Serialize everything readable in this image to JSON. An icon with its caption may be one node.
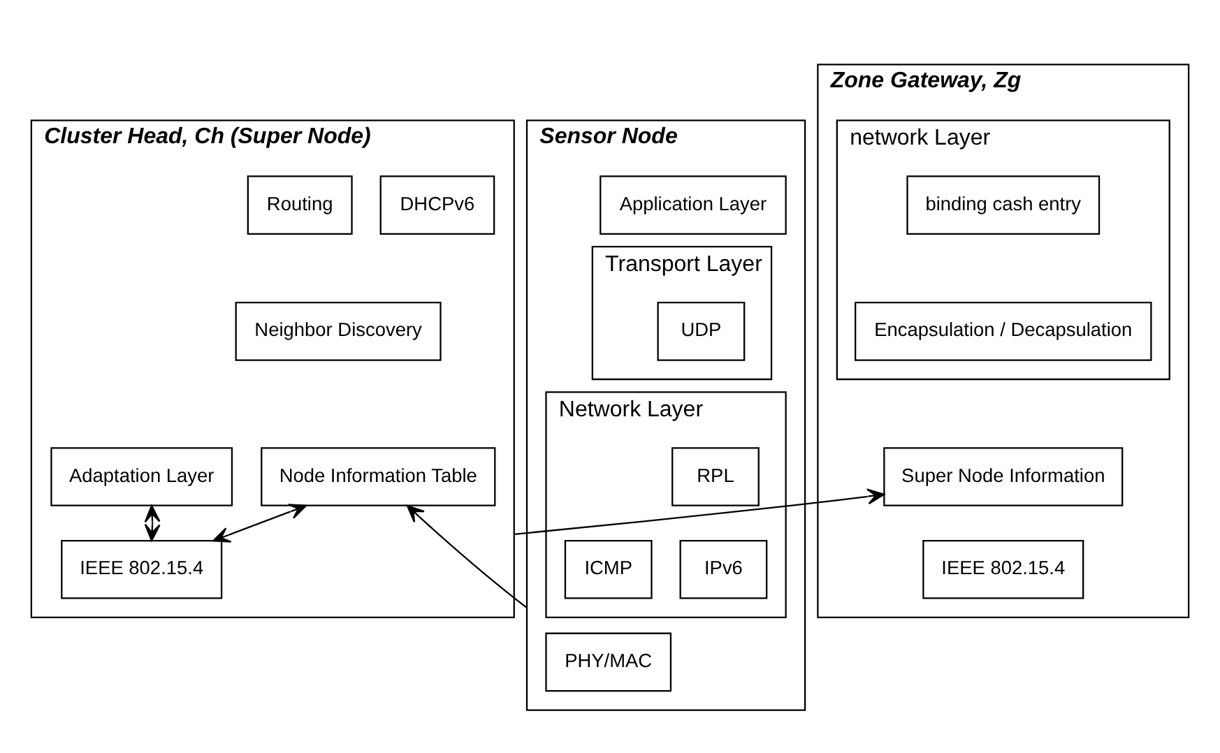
{
  "diagram": {
    "nodes": [
      {
        "text": [
          "Cluster Head, Ch (Super Node)"
        ]
      },
      {
        "text": [
          "DHCPv6"
        ],
        "in": 0
      },
      {
        "text": [
          "Routing"
        ],
        "in": 0
      },
      {
        "text": [
          "Neighbor Discovery"
        ],
        "in": 0
      },
      {
        "text": [
          "Node Information Table"
        ],
        "in": 0
      },
      {
        "text": [
          "Adaptation Layer"
        ],
        "in": 0
      },
      {
        "text": [
          "IEEE 802.15.4"
        ],
        "in": 0
      },
      {
        "text": [
          "Zone Gateway, Zg"
        ]
      },
      {
        "text": [
          "network Layer"
        ],
        "in": 7
      },
      {
        "text": [
          "binding cash entry"
        ],
        "in": 8
      },
      {
        "text": [
          "Encapsulation / Decapsulation"
        ],
        "in": 8
      },
      {
        "text": [
          "Super Node Information"
        ],
        "in": 7
      },
      {
        "text": [
          "IEEE 802.15.4"
        ],
        "in": 7
      },
      {
        "text": [
          "Sensor Node"
        ]
      },
      {
        "text": [
          "Application Layer"
        ],
        "in": 13
      },
      {
        "text": [
          "Transport Layer"
        ],
        "in": 13
      },
      {
        "text": [
          "UDP"
        ],
        "in": 15
      },
      {
        "text": [
          "Network Layer"
        ],
        "in": 13
      },
      {
        "text": [
          "RPL"
        ],
        "in": 17
      },
      {
        "text": [
          "IPv6"
        ],
        "in": 17
      },
      {
        "text": [
          "ICMP"
        ],
        "in": 17
      },
      {
        "text": [
          "PHY/MAC"
        ],
        "in": 13
      }
    ],
    "edges": [
      {
        "from": 4,
        "to": 6,
        "arrow": "both"
      },
      {
        "from": 5,
        "to": 6,
        "arrow": "both"
      },
      {
        "from": 13,
        "to": 4,
        "arrow": "to"
      },
      {
        "from": 0,
        "to": 11,
        "arrow": "to"
      }
    ]
  }
}
